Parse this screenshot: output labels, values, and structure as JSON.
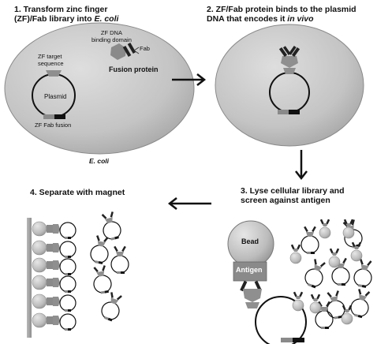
{
  "steps": {
    "s1_line1": "1.  Transform zinc finger",
    "s1_line2_pre": "(ZF)/Fab library into ",
    "s1_line2_em": "E. coli",
    "s2_line1": "2.  ZF/Fab protein binds to the plasmid",
    "s2_line2_pre": "DNA that encodes it ",
    "s2_line2_em": "in vivo",
    "s3_line1": "3.  Lyse cellular library and",
    "s3_line2": "screen against antigen",
    "s4": "4.  Separate with magnet"
  },
  "labels": {
    "zf_target_1": "ZF target",
    "zf_target_2": "sequence",
    "zf_dna_1": "ZF DNA",
    "zf_dna_2": "binding domain",
    "fab": "Fab",
    "fusion_protein": "Fusion protein",
    "plasmid": "Plasmid",
    "zf_fab_fusion": "ZF Fab fusion",
    "ecoli": "E. coli",
    "bead": "Bead",
    "antigen": "Antigen"
  }
}
